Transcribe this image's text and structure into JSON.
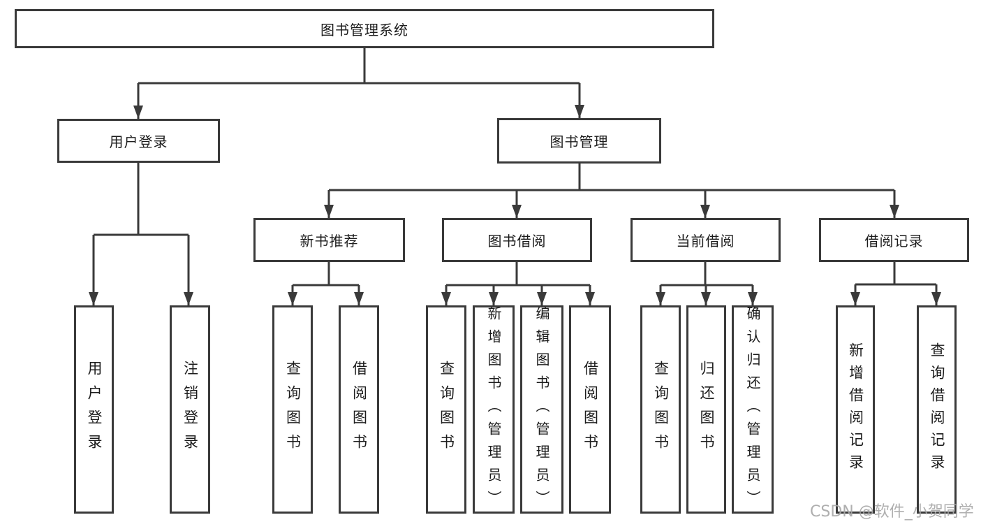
{
  "root": {
    "label": "图书管理系统"
  },
  "level2": [
    {
      "label": "用户登录",
      "children": [
        {
          "label": "用户登录"
        },
        {
          "label": "注销登录"
        }
      ]
    },
    {
      "label": "图书管理",
      "children": [
        {
          "label": "新书推荐",
          "children": [
            {
              "label": "查询图书"
            },
            {
              "label": "借阅图书"
            }
          ]
        },
        {
          "label": "图书借阅",
          "children": [
            {
              "label": "查询图书"
            },
            {
              "label": "新增图书（管理员）"
            },
            {
              "label": "编辑图书（管理员）"
            },
            {
              "label": "借阅图书"
            }
          ]
        },
        {
          "label": "当前借阅",
          "children": [
            {
              "label": "查询图书"
            },
            {
              "label": "归还图书"
            },
            {
              "label": "确认归还（管理员）"
            }
          ]
        },
        {
          "label": "借阅记录",
          "children": [
            {
              "label": "新增借阅记录"
            },
            {
              "label": "查询借阅记录"
            }
          ]
        }
      ]
    }
  ],
  "watermark": {
    "text": "CSDN @软件_小贺同学"
  },
  "colors": {
    "line": "#3a3a3a",
    "text": "#1c1c1c",
    "watermark": "#a8a8a8",
    "background": "#ffffff"
  }
}
